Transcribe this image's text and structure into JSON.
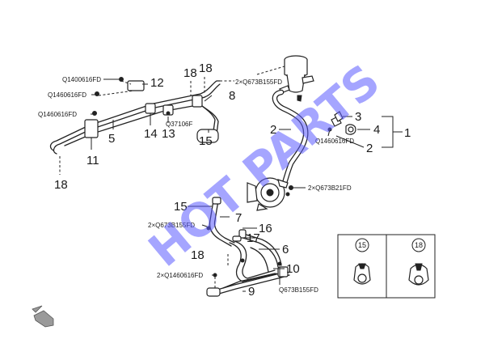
{
  "callouts": {
    "c1": "1",
    "c2a": "2",
    "c2b": "2",
    "c3": "3",
    "c4": "4",
    "c5": "5",
    "c6": "6",
    "c7": "7",
    "c8": "8",
    "c9": "9",
    "c10": "10",
    "c11": "11",
    "c12": "12",
    "c13": "13",
    "c14": "14",
    "c15a": "15",
    "c15b": "15",
    "c16": "16",
    "c17": "17",
    "c18a": "18",
    "c18b": "18",
    "c18c": "18",
    "c18d": "18"
  },
  "part_codes": {
    "p1": "Q1400616FD",
    "p2": "Q1460616FD",
    "p3": "Q1460616FD",
    "p4": "2×Q673B155FD",
    "p5": "Q37106F",
    "p6": "Q1460616FD",
    "p7": "2×Q673B21FD",
    "p8": "2×Q673B155FD",
    "p9": "2×Q1460616FD",
    "p10": "Q673B155FD"
  },
  "legend": {
    "left": "15",
    "right": "18"
  },
  "watermark": "HOT PARTS",
  "colors": {
    "line": "#222222",
    "watermark": "#5b5bff",
    "background": "#ffffff"
  },
  "icons": {
    "direction_marker": "front-arrow-icon",
    "reservoir": "reservoir-icon",
    "pump": "pump-icon",
    "clamp": "clamp-icon"
  }
}
